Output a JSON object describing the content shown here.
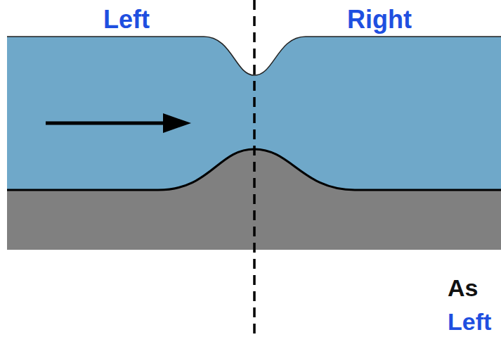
{
  "diagram": {
    "labels": [
      "Left",
      "Right",
      "As",
      "Left"
    ]
  }
}
